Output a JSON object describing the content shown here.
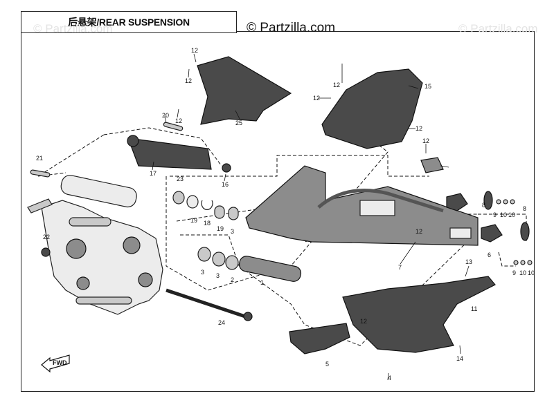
{
  "title": "后悬架/REAR SUSPENSION",
  "brand": "© Partzilla.com",
  "watermark": "© Partzilla.com",
  "fwd_label": "FWD",
  "callouts": [
    "1",
    "2",
    "3",
    "3",
    "3",
    "4",
    "5",
    "6",
    "7",
    "8",
    "8",
    "9",
    "9",
    "10",
    "10",
    "10",
    "10",
    "11",
    "12",
    "12",
    "12",
    "12",
    "12",
    "12",
    "12",
    "12",
    "12",
    "13",
    "14",
    "15",
    "16",
    "17",
    "18",
    "19",
    "19",
    "20",
    "21",
    "22",
    "23",
    "24",
    "25"
  ]
}
